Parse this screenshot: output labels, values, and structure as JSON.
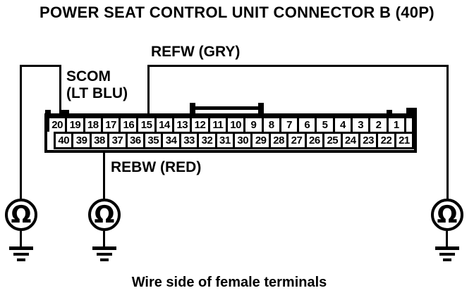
{
  "title": "POWER SEAT CONTROL UNIT CONNECTOR B (40P)",
  "caption": "Wire side of female terminals",
  "wires": {
    "refw": {
      "label": "REFW (GRY)"
    },
    "scom": {
      "label_line1": "SCOM",
      "label_line2": "(LT BLU)"
    },
    "rebw": {
      "label": "REBW (RED)"
    }
  },
  "connector": {
    "top_row_pins": [
      "20",
      "19",
      "18",
      "17",
      "16",
      "15",
      "14",
      "13",
      "12",
      "11",
      "10",
      "9",
      "8",
      "7",
      "6",
      "5",
      "4",
      "3",
      "2",
      "1"
    ],
    "bottom_row_pins": [
      "40",
      "39",
      "38",
      "37",
      "36",
      "35",
      "34",
      "33",
      "32",
      "31",
      "30",
      "29",
      "28",
      "27",
      "26",
      "25",
      "24",
      "23",
      "22",
      "21"
    ]
  },
  "meter": {
    "symbol": "Ω"
  },
  "colors": {
    "foreground": "#000000",
    "background": "#ffffff"
  }
}
